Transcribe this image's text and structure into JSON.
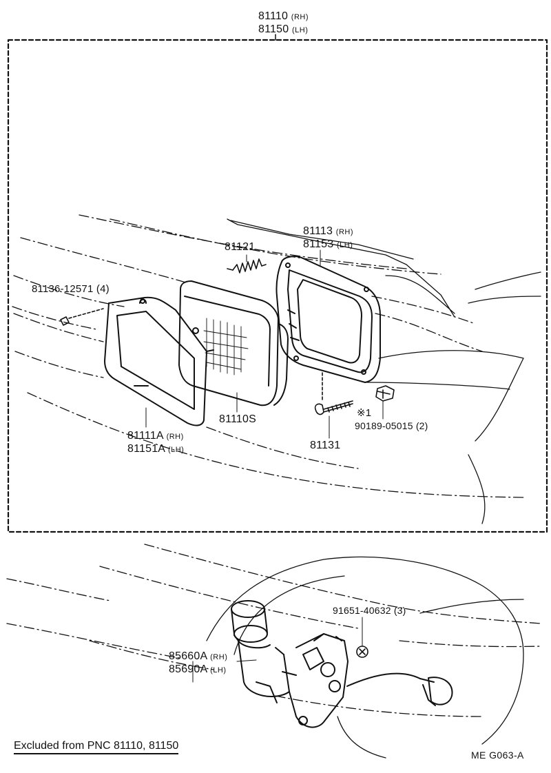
{
  "assembly": {
    "line1_num": "81110",
    "line1_side": "(RH)",
    "line2_num": "81150",
    "line2_side": "(LH)"
  },
  "parts": {
    "p81113": {
      "line1_num": "81113",
      "line1_side": "(RH)",
      "line2_num": "81153",
      "line2_side": "(LH)"
    },
    "p81121": {
      "label": "81121"
    },
    "p81136": {
      "label": "81136-12571 (4)"
    },
    "p81111": {
      "line1_num": "81111A",
      "line1_side": "(RH)",
      "line2_num": "81151A",
      "line2_side": "(LH)"
    },
    "p81110s": {
      "label": "81110S"
    },
    "p81131": {
      "label": "81131"
    },
    "p_note_mark": {
      "label": "※1"
    },
    "p90189": {
      "label": "90189-05015 (2)"
    },
    "p91651": {
      "label": "91651-40632 (3)"
    },
    "p85660": {
      "line1_num": "85660A",
      "line1_side": "(RH)",
      "line2_num": "85690A",
      "line2_side": "(LH)"
    }
  },
  "footnote": "Excluded from PNC 81110, 81150",
  "diagram_code": "ME  G063-A"
}
